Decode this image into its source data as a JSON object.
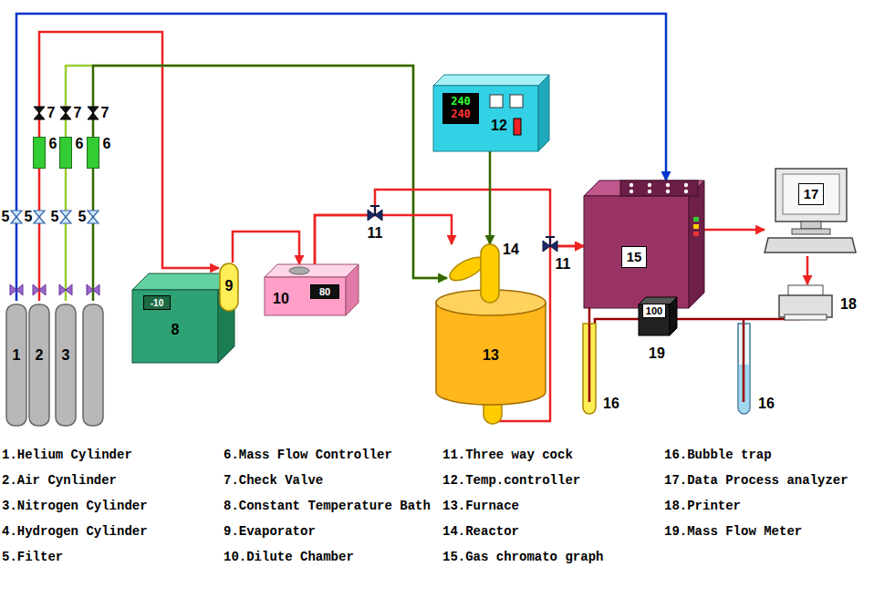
{
  "diagram": {
    "nodes": [
      {
        "text": [
          "1"
        ]
      },
      {
        "text": [
          "2"
        ]
      },
      {
        "text": [
          "3"
        ]
      },
      {
        "text": [
          "6"
        ]
      },
      {
        "text": [
          "6"
        ]
      },
      {
        "text": [
          "6"
        ]
      },
      {
        "text": [
          "8"
        ]
      },
      {
        "text": [
          "-10"
        ],
        "in": 6
      },
      {
        "text": [
          "9"
        ]
      },
      {
        "text": [
          "10"
        ]
      },
      {
        "text": [
          "80"
        ],
        "in": 9
      },
      {
        "text": [
          "12"
        ]
      },
      {
        "text": [
          "240",
          "240"
        ],
        "in": 11
      },
      {
        "text": [
          "14"
        ]
      },
      {
        "text": [
          "13"
        ]
      },
      {
        "text": [
          "15"
        ]
      },
      {
        "text": [
          "17"
        ]
      },
      {
        "text": [
          "18"
        ]
      },
      {
        "text": [
          "16"
        ]
      },
      {
        "text": [
          "100",
          "19"
        ]
      },
      {
        "text": [
          "16"
        ]
      }
    ],
    "edges": [
      {
        "from": 0,
        "to": 15,
        "arrow": "to"
      },
      {
        "from": 1,
        "to": 3,
        "arrow": "none"
      },
      {
        "from": 2,
        "to": 4,
        "arrow": "none"
      },
      {
        "from": 3,
        "to": 8,
        "arrow": "to"
      },
      {
        "from": 4,
        "to": 13,
        "arrow": "to"
      },
      {
        "from": 5,
        "to": 13,
        "arrow": "to"
      },
      {
        "from": 8,
        "to": 9,
        "arrow": "to"
      },
      {
        "from": 9,
        "to": 13,
        "arrow": "to"
      },
      {
        "from": 9,
        "to": 15,
        "arrow": "to"
      },
      {
        "from": 11,
        "to": 13,
        "arrow": "to"
      },
      {
        "from": 14,
        "to": 15,
        "arrow": "to"
      },
      {
        "from": 15,
        "to": 16,
        "arrow": "to"
      },
      {
        "from": 16,
        "to": 17,
        "arrow": "to"
      },
      {
        "from": 15,
        "to": 18,
        "arrow": "none"
      },
      {
        "from": 18,
        "to": 19,
        "arrow": "none"
      },
      {
        "from": 19,
        "to": 20,
        "arrow": "none"
      }
    ],
    "labels": [
      "5",
      "5",
      "5",
      "5",
      "7",
      "7",
      "7",
      "11",
      "11",
      "1.Helium Cylinder",
      "2.Air Cynlinder",
      "3.Nitrogen Cylinder",
      "4.Hydrogen Cylinder",
      "5.Filter",
      "6.Mass Flow Controller",
      "7.Check Valve",
      "8.Constant Temperature Bath",
      "9.Evaporator",
      "10.Dilute Chamber",
      "11.Three way cock",
      "12.Temp.controller",
      "13.Furnace",
      "14.Reactor",
      "15.Gas chromato graph",
      "16.Bubble trap",
      "17.Data Process analyzer",
      "18.Printer",
      "19.Mass Flow Meter"
    ]
  }
}
